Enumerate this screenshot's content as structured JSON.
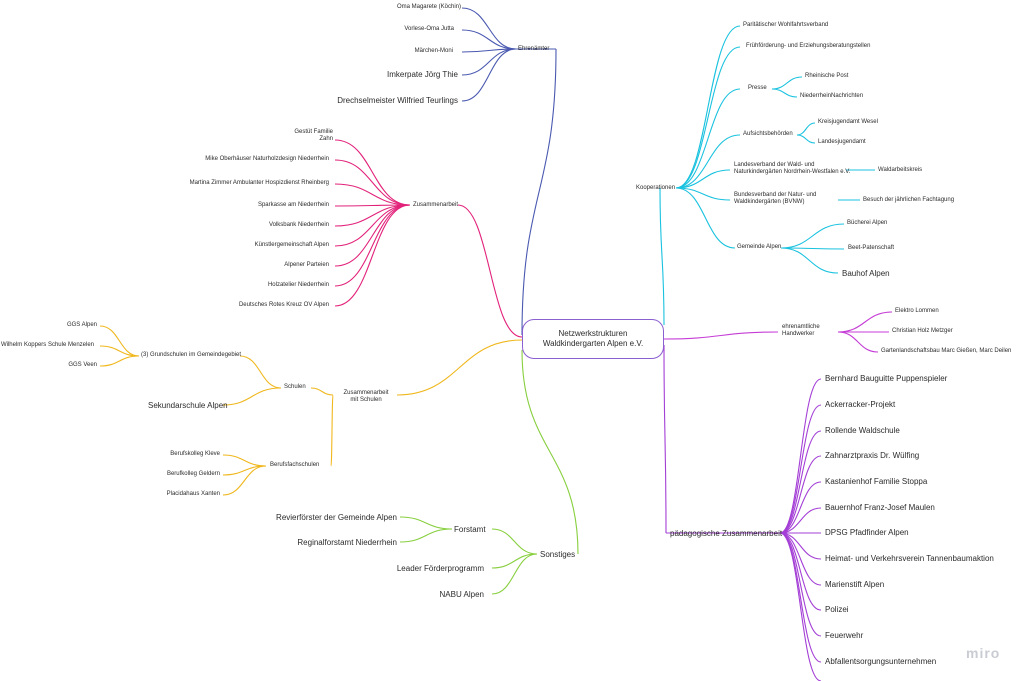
{
  "root": {
    "line1": "Netzwerkstrukturen",
    "line2": "Waldkindergarten Alpen e.V."
  },
  "colors": {
    "ehrenamt": "#4a59b0",
    "zusammenarbeit": "#e2227a",
    "schulen": "#f0b71d",
    "sonstiges": "#87cf3e",
    "kooperationen": "#19c2df",
    "handwerker": "#c53cd6",
    "paedagogisch": "#a43fd6"
  },
  "ehrenaemter": {
    "label": "Ehrenämter",
    "items": [
      "Oma Magarete (Köchin)",
      "Vorlese-Oma Jutta",
      "Märchen-Moni",
      "Imkerpate Jörg Thie",
      "Drechselmeister Wilfried Teurlings"
    ]
  },
  "zusammenarbeit": {
    "label": "Zusammenarbeit",
    "items": [
      "Gestüt Familie",
      "Zahn",
      "Mike Oberhäuser Naturholzdesign Niederrhein",
      "Martina Zimmer Ambulanter Hospizdienst Rheinberg",
      "Sparkasse am Niederrhein",
      "Volksbank Niederrhein",
      "Künstlergemeinschaft Alpen",
      "Alpener Parteien",
      "Holzatelier Niederrhein",
      "Deutsches Rotes Kreuz OV Alpen"
    ]
  },
  "schulen": {
    "label_line1": "Zusammenarbeit",
    "label_line2": "mit Schulen",
    "schulen_label": "Schulen",
    "grund_label": "(3) Grundschulen im Gemeindegebiet",
    "grund_items": [
      "GGS Alpen",
      "Wilhelm Koppers Schule Menzelen",
      "GGS Veen"
    ],
    "sekundar": "Sekundarschule Alpen",
    "beruf_label": "Berufsfachschulen",
    "beruf_items": [
      "Berufskolleg Kleve",
      "Berufkolleg Geldern",
      "Placidahaus Xanten"
    ]
  },
  "sonstiges": {
    "label": "Sonstiges",
    "forstamt": "Forstamt",
    "forst_items": [
      "Revierförster der Gemeinde Alpen",
      "Reginalforstamt Niederrhein"
    ],
    "items": [
      "Leader Förderprogramm",
      "NABU Alpen"
    ]
  },
  "kooperationen": {
    "label": "Kooperationen",
    "paritaet": "Paritätischer Wohlfahrtsverband",
    "frueh": "Frühförderung- und Erziehungsberatungstellen",
    "presse": "Presse",
    "presse_items": [
      "Rheinische Post",
      "NiederrheinNachrichten"
    ],
    "aufsicht": "Aufsichtsbehörden",
    "aufsicht_items": [
      "Kreisjugendamt Wesel",
      "Landesjugendamt"
    ],
    "lv_line1": "Landesverband der Wald- und",
    "lv_line2": "Naturkindergärten Nordrhein-Westfalen e.V.",
    "lv_item": "Waldarbeitskreis",
    "bv_line1": "Bundesverband der Natur- und",
    "bv_line2": "Waldkindergärten (BVNW)",
    "bv_item": "Besuch der jährlichen Fachtagung",
    "gemeinde": "Gemeinde Alpen",
    "gemeinde_items": [
      "Bücherei Alpen",
      "Beet-Patenschaft",
      "Bauhof Alpen"
    ]
  },
  "handwerker": {
    "line1": "ehrenamtliche",
    "line2": "Handwerker",
    "items": [
      "Elektro Lommen",
      "Christian Holz Metzger",
      "Gartenlandschaftsbau Marc Gießen, Marc Deilen"
    ]
  },
  "paedagogisch": {
    "label": "pädagogische Zusammenarbeit",
    "items": [
      "Bernhard Bauguitte Puppenspieler",
      "Ackerracker-Projekt",
      "Rollende Waldschule",
      "Zahnarztpraxis Dr. Wülfing",
      "Kastanienhof Familie Stoppa",
      "Bauernhof Franz-Josef Maulen",
      "DPSG Pfadfinder Alpen",
      "Heimat- und Verkehrsverein Tannenbaumaktion",
      "Marienstift Alpen",
      "Polizei",
      "Feuerwehr",
      "Abfallentsorgungsunternehmen"
    ]
  },
  "watermark": "miro"
}
